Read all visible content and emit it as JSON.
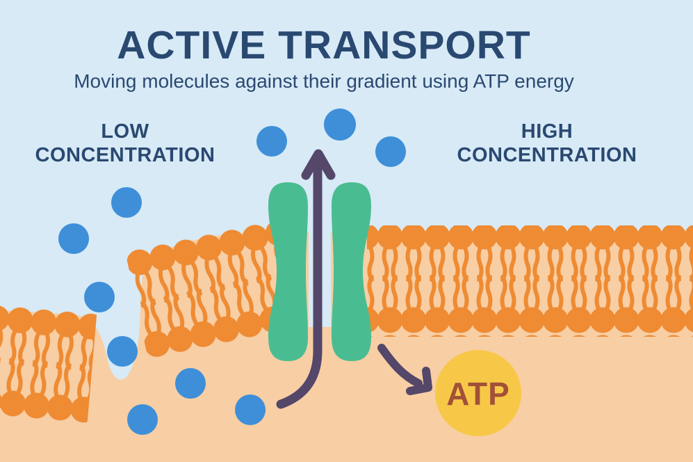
{
  "title": "ACTIVE TRANSPORT",
  "subtitle": "Moving molecules against their gradient using ATP energy",
  "labels": {
    "left_line1": "LOW",
    "left_line2": "CONCENTRATION",
    "right_line1": "HIGH",
    "right_line2": "CONCENTRATION"
  },
  "atp": {
    "label": "ATP"
  },
  "colors": {
    "background": "#D7EAF6",
    "cell_interior": "#F8CEA4",
    "lipid": "#EE8B33",
    "channel": "#4ABC92",
    "molecule": "#3E8FD8",
    "arrow": "#544769",
    "atp_fill": "#F7C847",
    "atp_text": "#A25138",
    "heading": "#2A4971"
  }
}
